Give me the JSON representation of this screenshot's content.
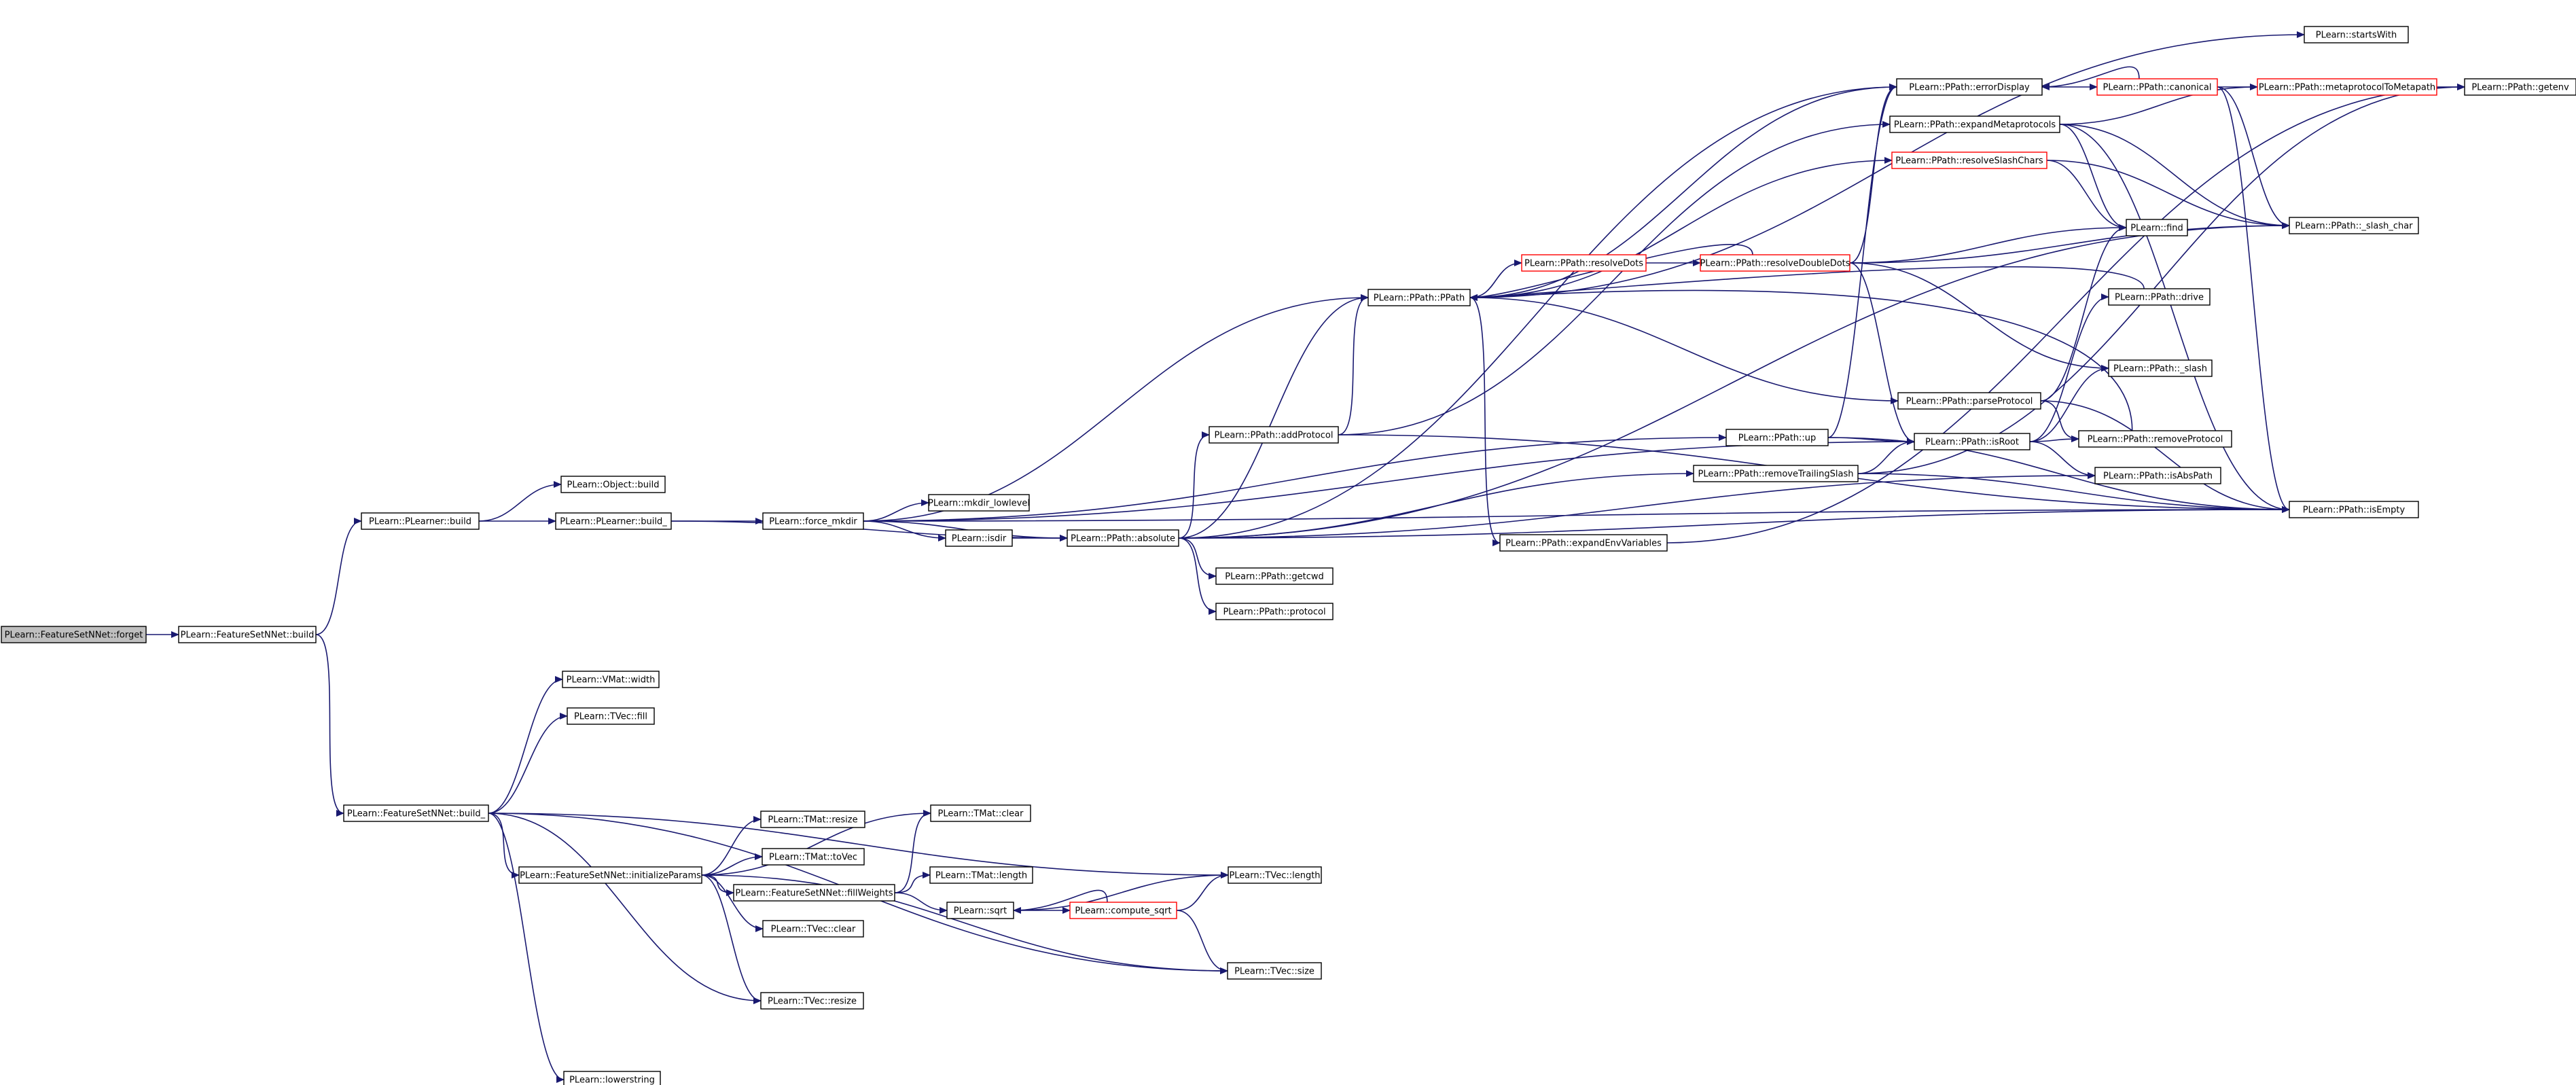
{
  "colors": {
    "edge": "#191970",
    "node_border": "#000000",
    "node_border_truncated": "#ff0000",
    "node_fill": "#ffffff",
    "root_fill": "#bfbfbf"
  },
  "nodes": [
    {
      "id": "forget",
      "label": "PLearn::FeatureSetNNet::forget",
      "root": true
    },
    {
      "id": "fsbuild",
      "label": "PLearn::FeatureSetNNet::build"
    },
    {
      "id": "plbuild",
      "label": "PLearn::PLearner::build"
    },
    {
      "id": "objbuild",
      "label": "PLearn::Object::build"
    },
    {
      "id": "plbuild_",
      "label": "PLearn::PLearner::build_"
    },
    {
      "id": "forcemkdir",
      "label": "PLearn::force_mkdir"
    },
    {
      "id": "mkdirlow",
      "label": "PLearn::mkdir_lowlevel"
    },
    {
      "id": "isdir",
      "label": "PLearn::isdir"
    },
    {
      "id": "absolute",
      "label": "PLearn::PPath::absolute"
    },
    {
      "id": "addprot",
      "label": "PLearn::PPath::addProtocol"
    },
    {
      "id": "getcwd",
      "label": "PLearn::PPath::getcwd"
    },
    {
      "id": "protocol",
      "label": "PLearn::PPath::protocol"
    },
    {
      "id": "ppath",
      "label": "PLearn::PPath::PPath"
    },
    {
      "id": "resdots",
      "label": "PLearn::PPath::resolveDots",
      "truncated": true
    },
    {
      "id": "resdd",
      "label": "PLearn::PPath::resolveDoubleDots",
      "truncated": true
    },
    {
      "id": "errdisp",
      "label": "PLearn::PPath::errorDisplay"
    },
    {
      "id": "canonical",
      "label": "PLearn::PPath::canonical",
      "truncated": true
    },
    {
      "id": "meta2path",
      "label": "PLearn::PPath::metaprotocolToMetapath",
      "truncated": true
    },
    {
      "id": "getenv",
      "label": "PLearn::PPath::getenv"
    },
    {
      "id": "startswith",
      "label": "PLearn::startsWith"
    },
    {
      "id": "expmeta",
      "label": "PLearn::PPath::expandMetaprotocols"
    },
    {
      "id": "resslash",
      "label": "PLearn::PPath::resolveSlashChars",
      "truncated": true
    },
    {
      "id": "find",
      "label": "PLearn::find"
    },
    {
      "id": "slashchar",
      "label": "PLearn::PPath::_slash_char"
    },
    {
      "id": "drive",
      "label": "PLearn::PPath::drive"
    },
    {
      "id": "slash",
      "label": "PLearn::PPath::_slash"
    },
    {
      "id": "parseprot",
      "label": "PLearn::PPath::parseProtocol"
    },
    {
      "id": "up",
      "label": "PLearn::PPath::up"
    },
    {
      "id": "isroot",
      "label": "PLearn::PPath::isRoot"
    },
    {
      "id": "removeprot",
      "label": "PLearn::PPath::removeProtocol"
    },
    {
      "id": "isabspath",
      "label": "PLearn::PPath::isAbsPath"
    },
    {
      "id": "remtrail",
      "label": "PLearn::PPath::removeTrailingSlash"
    },
    {
      "id": "isempty",
      "label": "PLearn::PPath::isEmpty"
    },
    {
      "id": "expenv",
      "label": "PLearn::PPath::expandEnvVariables"
    },
    {
      "id": "vmatwidth",
      "label": "PLearn::VMat::width"
    },
    {
      "id": "tvecfill",
      "label": "PLearn::TVec::fill"
    },
    {
      "id": "fsbuild_",
      "label": "PLearn::FeatureSetNNet::build_"
    },
    {
      "id": "initparams",
      "label": "PLearn::FeatureSetNNet::initializeParams"
    },
    {
      "id": "tmatresize",
      "label": "PLearn::TMat::resize"
    },
    {
      "id": "tmattovec",
      "label": "PLearn::TMat::toVec"
    },
    {
      "id": "fillw",
      "label": "PLearn::FeatureSetNNet::fillWeights"
    },
    {
      "id": "tmatclear",
      "label": "PLearn::TMat::clear"
    },
    {
      "id": "tmatlength",
      "label": "PLearn::TMat::length"
    },
    {
      "id": "tvecclear",
      "label": "PLearn::TVec::clear"
    },
    {
      "id": "sqrt",
      "label": "PLearn::sqrt"
    },
    {
      "id": "compsqrt",
      "label": "PLearn::compute_sqrt",
      "truncated": true
    },
    {
      "id": "tveclength",
      "label": "PLearn::TVec::length"
    },
    {
      "id": "tvecresize",
      "label": "PLearn::TVec::resize"
    },
    {
      "id": "tvecsize",
      "label": "PLearn::TVec::size"
    },
    {
      "id": "lowerstring",
      "label": "PLearn::lowerstring"
    }
  ],
  "edges": [
    [
      "forget",
      "fsbuild"
    ],
    [
      "fsbuild",
      "plbuild"
    ],
    [
      "fsbuild",
      "fsbuild_"
    ],
    [
      "plbuild",
      "objbuild"
    ],
    [
      "plbuild",
      "plbuild_"
    ],
    [
      "plbuild_",
      "forcemkdir"
    ],
    [
      "plbuild_",
      "absolute"
    ],
    [
      "forcemkdir",
      "mkdirlow"
    ],
    [
      "forcemkdir",
      "isdir"
    ],
    [
      "forcemkdir",
      "absolute"
    ],
    [
      "forcemkdir",
      "ppath"
    ],
    [
      "forcemkdir",
      "up"
    ],
    [
      "forcemkdir",
      "isroot"
    ],
    [
      "forcemkdir",
      "isempty"
    ],
    [
      "isdir",
      "absolute"
    ],
    [
      "absolute",
      "addprot"
    ],
    [
      "absolute",
      "getcwd"
    ],
    [
      "absolute",
      "protocol"
    ],
    [
      "absolute",
      "ppath"
    ],
    [
      "absolute",
      "errdisp"
    ],
    [
      "absolute",
      "remtrail"
    ],
    [
      "absolute",
      "isabspath"
    ],
    [
      "absolute",
      "isempty"
    ],
    [
      "absolute",
      "slashchar"
    ],
    [
      "addprot",
      "ppath"
    ],
    [
      "addprot",
      "expmeta"
    ],
    [
      "addprot",
      "isempty"
    ],
    [
      "ppath",
      "resdots"
    ],
    [
      "ppath",
      "errdisp"
    ],
    [
      "ppath",
      "resslash"
    ],
    [
      "ppath",
      "parseprot"
    ],
    [
      "ppath",
      "expenv"
    ],
    [
      "ppath",
      "startswith"
    ],
    [
      "resdots",
      "resdd"
    ],
    [
      "resdd",
      "ppath"
    ],
    [
      "resdd",
      "find"
    ],
    [
      "resdd",
      "slashchar"
    ],
    [
      "resdd",
      "errdisp"
    ],
    [
      "resdd",
      "slash"
    ],
    [
      "resdd",
      "isroot"
    ],
    [
      "errdisp",
      "canonical"
    ],
    [
      "canonical",
      "meta2path"
    ],
    [
      "canonical",
      "errdisp"
    ],
    [
      "canonical",
      "slashchar"
    ],
    [
      "canonical",
      "isempty"
    ],
    [
      "meta2path",
      "getenv"
    ],
    [
      "expmeta",
      "meta2path"
    ],
    [
      "expmeta",
      "find"
    ],
    [
      "expmeta",
      "isempty"
    ],
    [
      "expmeta",
      "slashchar"
    ],
    [
      "resslash",
      "find"
    ],
    [
      "resslash",
      "slashchar"
    ],
    [
      "drive",
      "ppath"
    ],
    [
      "parseprot",
      "find"
    ],
    [
      "parseprot",
      "removeprot"
    ],
    [
      "parseprot",
      "isempty"
    ],
    [
      "up",
      "errdisp"
    ],
    [
      "up",
      "isroot"
    ],
    [
      "up",
      "isempty"
    ],
    [
      "isroot",
      "drive"
    ],
    [
      "isroot",
      "slash"
    ],
    [
      "isroot",
      "removeprot"
    ],
    [
      "isroot",
      "isabspath"
    ],
    [
      "removeprot",
      "ppath"
    ],
    [
      "remtrail",
      "isroot"
    ],
    [
      "remtrail",
      "isempty"
    ],
    [
      "remtrail",
      "getenv"
    ],
    [
      "expenv",
      "getenv"
    ],
    [
      "fsbuild_",
      "vmatwidth"
    ],
    [
      "fsbuild_",
      "tvecfill"
    ],
    [
      "fsbuild_",
      "initparams"
    ],
    [
      "fsbuild_",
      "tveclength"
    ],
    [
      "fsbuild_",
      "tvecresize"
    ],
    [
      "fsbuild_",
      "tvecsize"
    ],
    [
      "fsbuild_",
      "lowerstring"
    ],
    [
      "initparams",
      "tmatresize"
    ],
    [
      "initparams",
      "tmattovec"
    ],
    [
      "initparams",
      "fillw"
    ],
    [
      "initparams",
      "tmatclear"
    ],
    [
      "initparams",
      "tvecclear"
    ],
    [
      "initparams",
      "tvecresize"
    ],
    [
      "initparams",
      "tvecsize"
    ],
    [
      "fillw",
      "tmatclear"
    ],
    [
      "fillw",
      "tmatlength"
    ],
    [
      "fillw",
      "sqrt"
    ],
    [
      "sqrt",
      "compsqrt"
    ],
    [
      "sqrt",
      "tveclength"
    ],
    [
      "compsqrt",
      "sqrt"
    ],
    [
      "compsqrt",
      "tveclength"
    ],
    [
      "compsqrt",
      "tvecsize"
    ]
  ]
}
